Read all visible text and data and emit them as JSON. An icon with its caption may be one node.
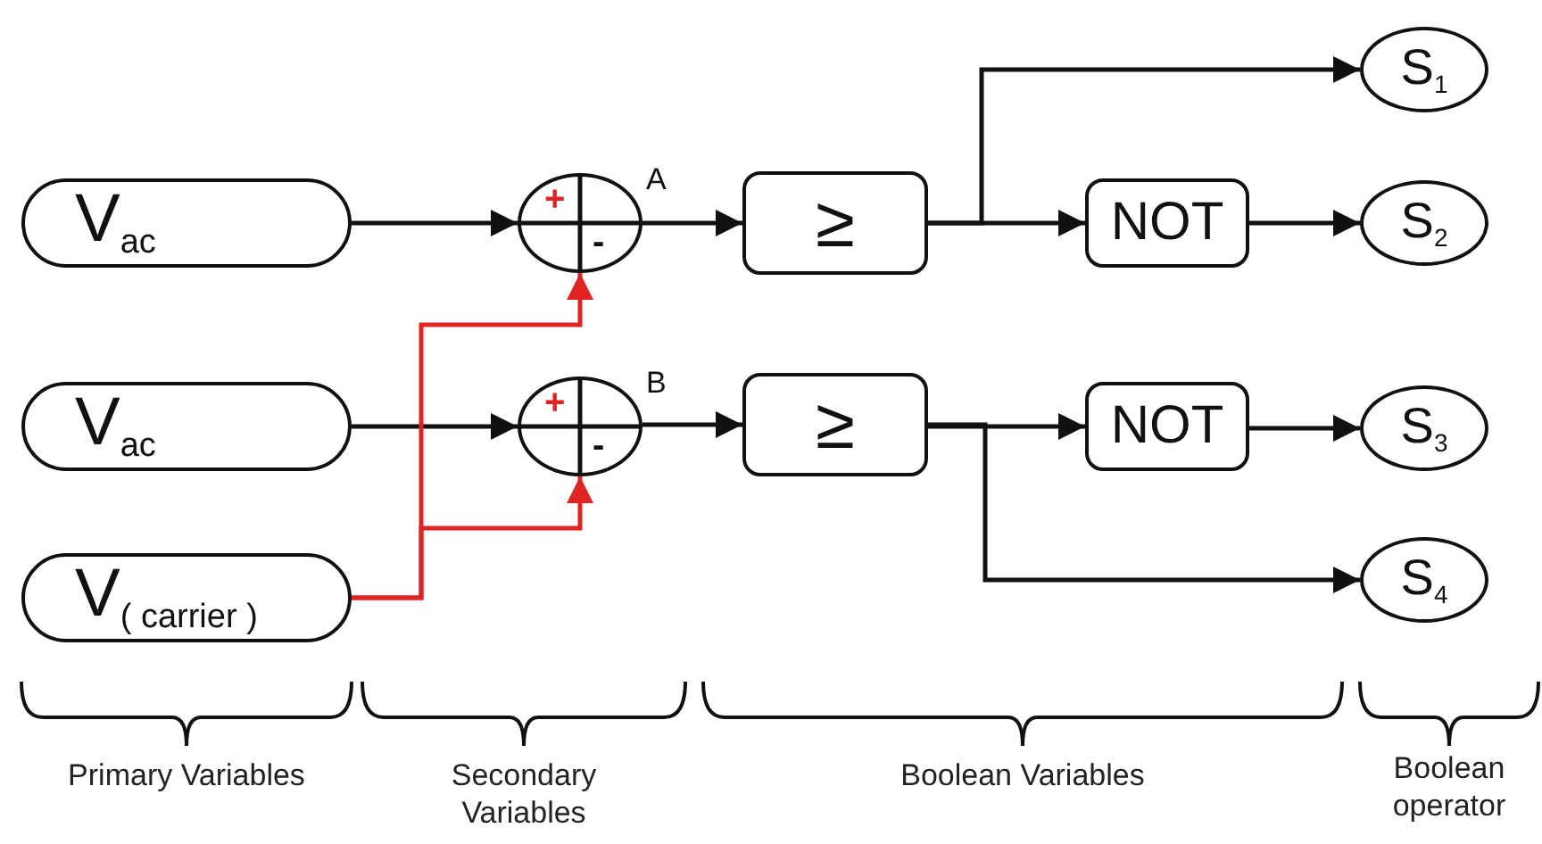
{
  "diagram": {
    "nodes": [
      {
        "text": [
          "V$_{ac}$"
        ]
      },
      {
        "text": [
          "V$_{ac}$"
        ]
      },
      {
        "text": [
          "V$_{( carrier )}$"
        ]
      },
      {
        "text": [
          "+",
          "-"
        ],
        "beside": [
          "A"
        ]
      },
      {
        "text": [
          "+",
          "-"
        ],
        "beside": [
          "B"
        ]
      },
      {
        "text": [
          "≥"
        ]
      },
      {
        "text": [
          "≥"
        ]
      },
      {
        "text": [
          "NOT"
        ]
      },
      {
        "text": [
          "NOT"
        ]
      },
      {
        "text": [
          "S$_{1}$"
        ]
      },
      {
        "text": [
          "S$_{2}$"
        ]
      },
      {
        "text": [
          "S$_{3}$"
        ]
      },
      {
        "text": [
          "S$_{4}$"
        ]
      }
    ],
    "edges": [
      {
        "from": 0,
        "to": 3,
        "arrow": "to"
      },
      {
        "from": 1,
        "to": 4,
        "arrow": "to"
      },
      {
        "from": 2,
        "to": 3,
        "arrow": "to",
        "color": "#e02424"
      },
      {
        "from": 2,
        "to": 4,
        "arrow": "to",
        "color": "#e02424"
      },
      {
        "from": 3,
        "to": 5,
        "arrow": "to"
      },
      {
        "from": 4,
        "to": 6,
        "arrow": "to"
      },
      {
        "from": 5,
        "to": 9,
        "arrow": "to"
      },
      {
        "from": 5,
        "to": 7,
        "arrow": "to"
      },
      {
        "from": 7,
        "to": 10,
        "arrow": "to"
      },
      {
        "from": 6,
        "to": 8,
        "arrow": "to"
      },
      {
        "from": 8,
        "to": 11,
        "arrow": "to"
      },
      {
        "from": 6,
        "to": 12,
        "arrow": "to"
      }
    ],
    "labels": [
      "Primary Variables",
      "Secondary Variables",
      "Boolean Variables",
      "Boolean operator"
    ]
  }
}
